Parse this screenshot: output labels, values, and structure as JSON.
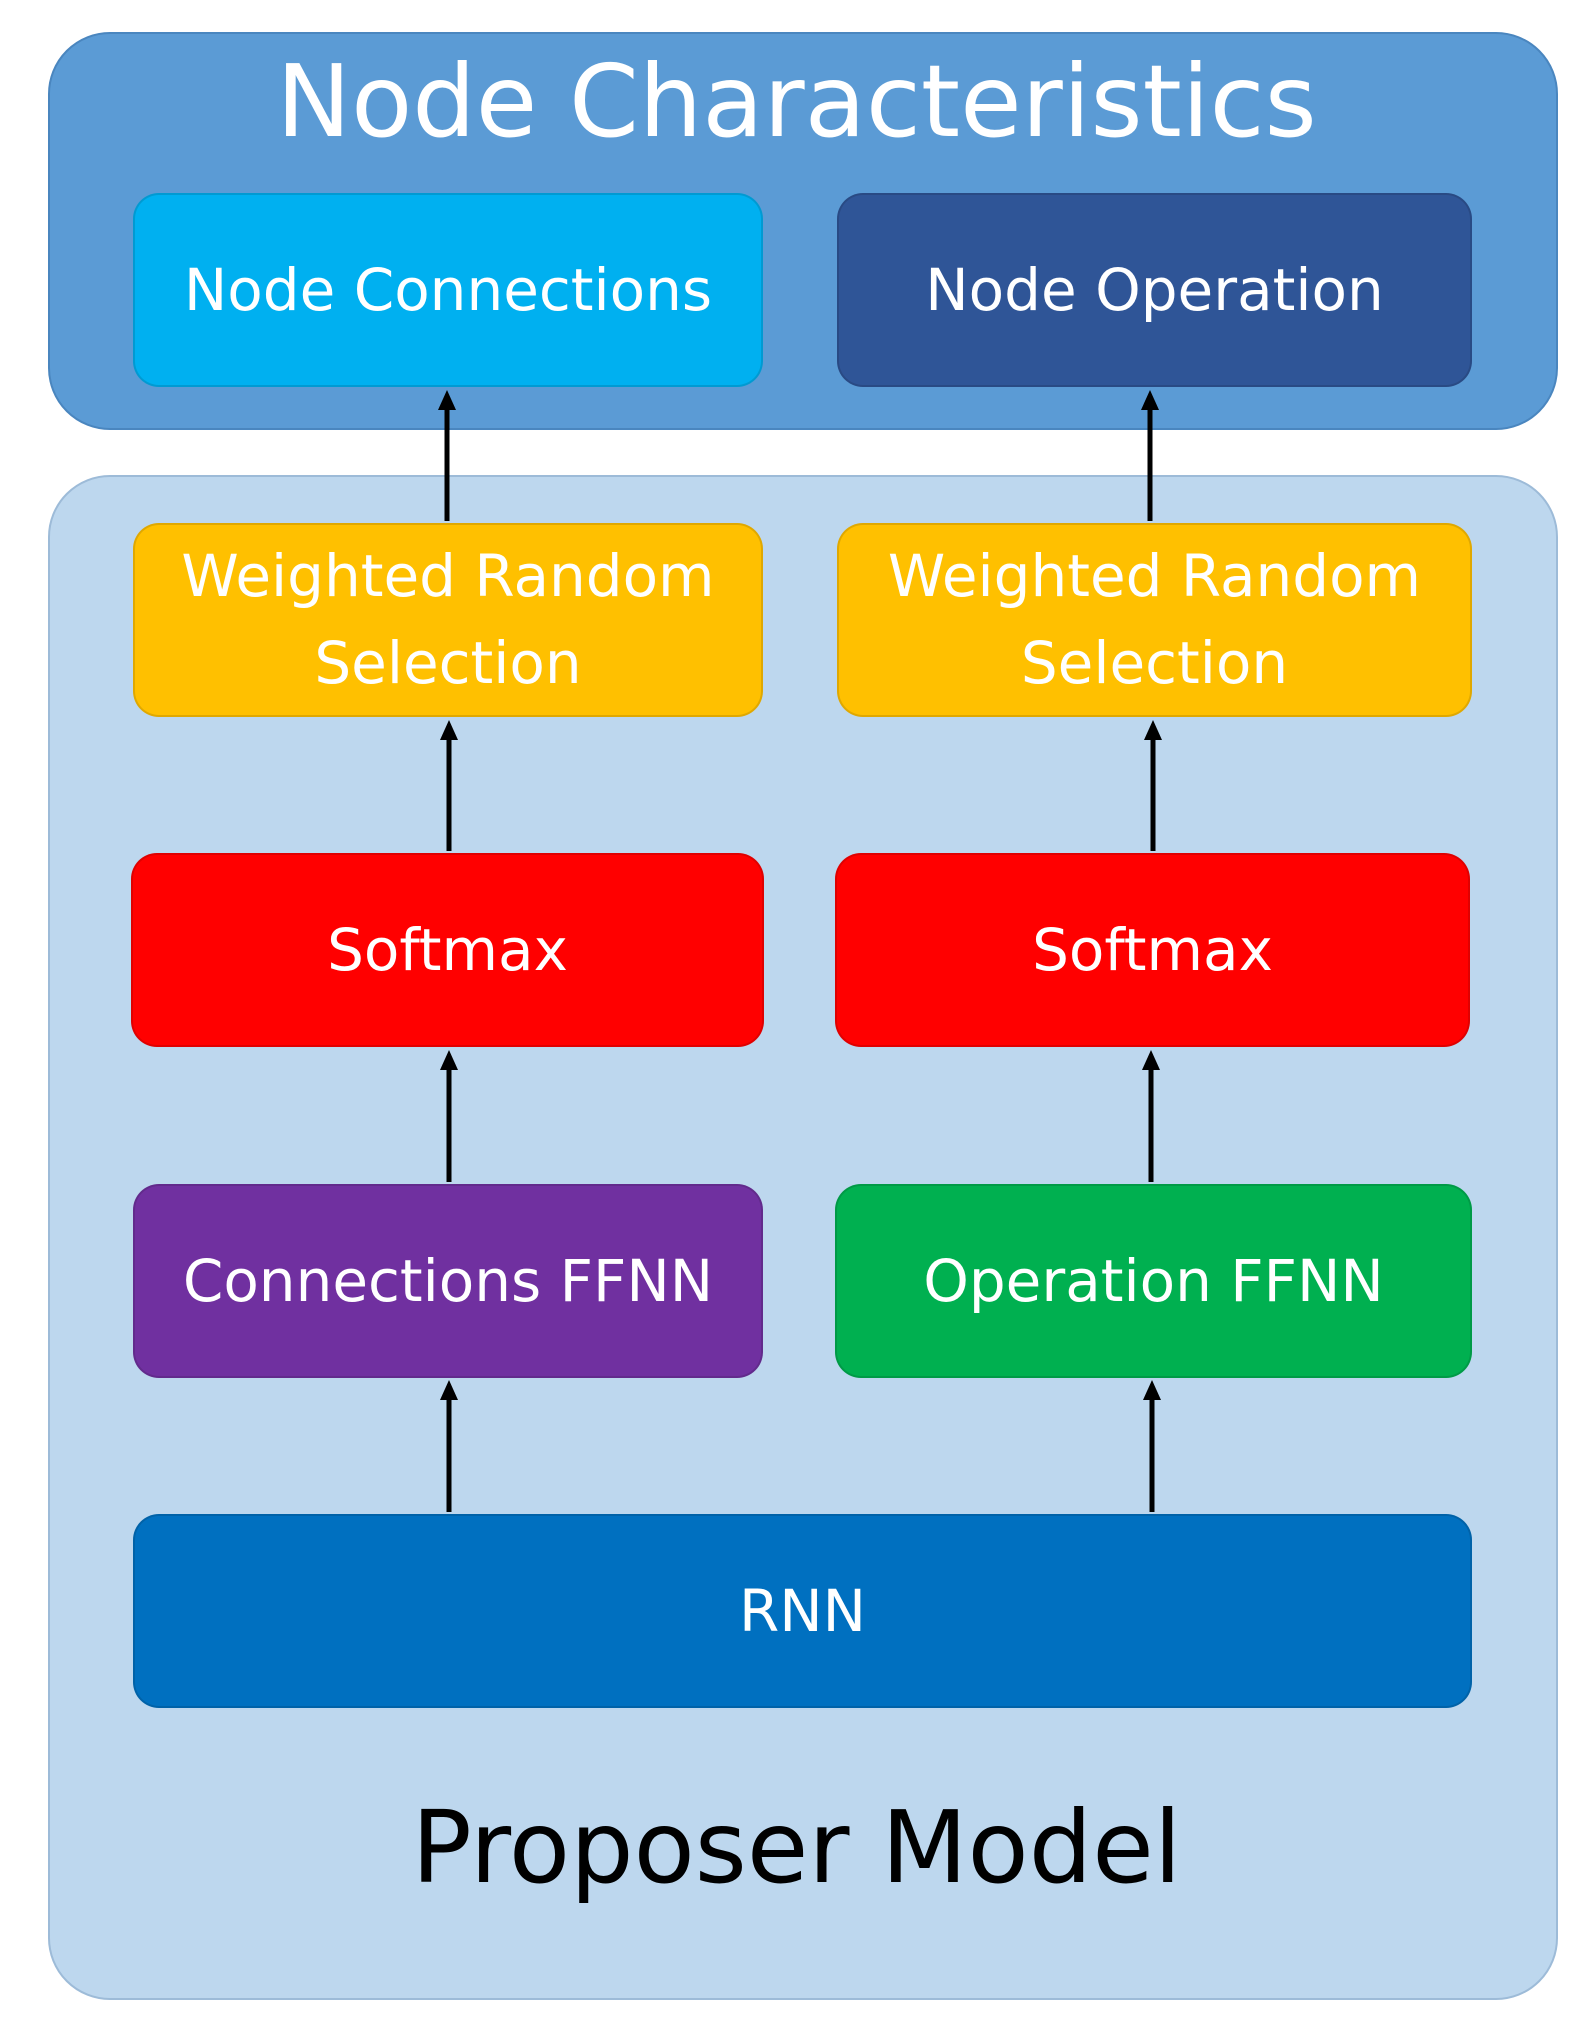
{
  "diagram": {
    "top_panel": {
      "title": "Node Characteristics",
      "color": "#5b9bd5",
      "boxes": {
        "connections": {
          "label": "Node Connections",
          "color": "#00b0f0"
        },
        "operation": {
          "label": "Node Operation",
          "color": "#2f5597"
        }
      }
    },
    "bottom_panel": {
      "title": "Proposer Model",
      "color": "#bdd7ee",
      "boxes": {
        "wrs_left": {
          "label": "Weighted Random\nSelection",
          "color": "#ffc000"
        },
        "wrs_right": {
          "label": "Weighted Random\nSelection",
          "color": "#ffc000"
        },
        "softmax_left": {
          "label": "Softmax",
          "color": "#ff0000"
        },
        "softmax_right": {
          "label": "Softmax",
          "color": "#ff0000"
        },
        "connections_ffnn": {
          "label": "Connections FFNN",
          "color": "#7030a0"
        },
        "operation_ffnn": {
          "label": "Operation FFNN",
          "color": "#00b050"
        },
        "rnn": {
          "label": "RNN",
          "color": "#0070c0"
        }
      }
    },
    "arrows": [
      {
        "from": "RNN",
        "to": "Connections FFNN"
      },
      {
        "from": "RNN",
        "to": "Operation FFNN"
      },
      {
        "from": "Connections FFNN",
        "to": "Softmax"
      },
      {
        "from": "Operation FFNN",
        "to": "Softmax"
      },
      {
        "from": "Softmax",
        "to": "Weighted Random Selection"
      },
      {
        "from": "Softmax",
        "to": "Weighted Random Selection"
      },
      {
        "from": "Weighted Random Selection",
        "to": "Node Connections"
      },
      {
        "from": "Weighted Random Selection",
        "to": "Node Operation"
      }
    ]
  }
}
